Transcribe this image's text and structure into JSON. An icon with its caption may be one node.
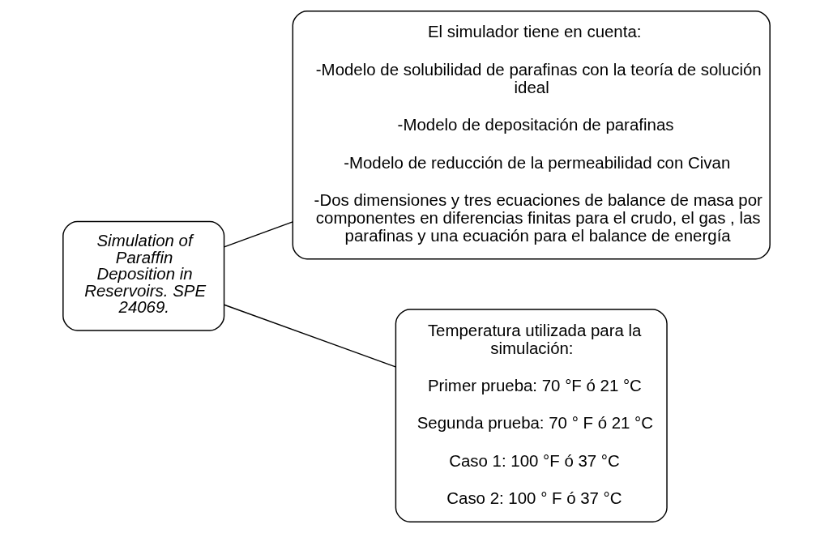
{
  "diagram": {
    "nodes": [
      {
        "text": [
          "Simulation of Paraffin Deposition in Reservoirs. SPE 24069."
        ]
      },
      {
        "text": [
          "El simulador tiene en cuenta:",
          "-Modelo de solubilidad de parafinas con la teoría de solución ideal",
          "-Modelo de depositación de parafinas",
          "-Modelo de reducción de la permeabilidad con Civan",
          "-Dos dimensiones y tres ecuaciones de balance de masa por componentes en diferencias finitas para el crudo, el gas , las parafinas y una ecuación para el balance de energía"
        ]
      },
      {
        "text": [
          "Temperatura utilizada para la simulación:",
          "Primer prueba: 70 °F ó 21 °C",
          "Segunda prueba: 70 ° F ó 21 °C",
          "Caso 1: 100 °F ó 37 °C",
          "Caso 2: 100 ° F ó 37 °C"
        ]
      }
    ],
    "edges": [
      {
        "from": 0,
        "to": 1,
        "arrow": "none"
      },
      {
        "from": 0,
        "to": 2,
        "arrow": "none"
      }
    ]
  }
}
